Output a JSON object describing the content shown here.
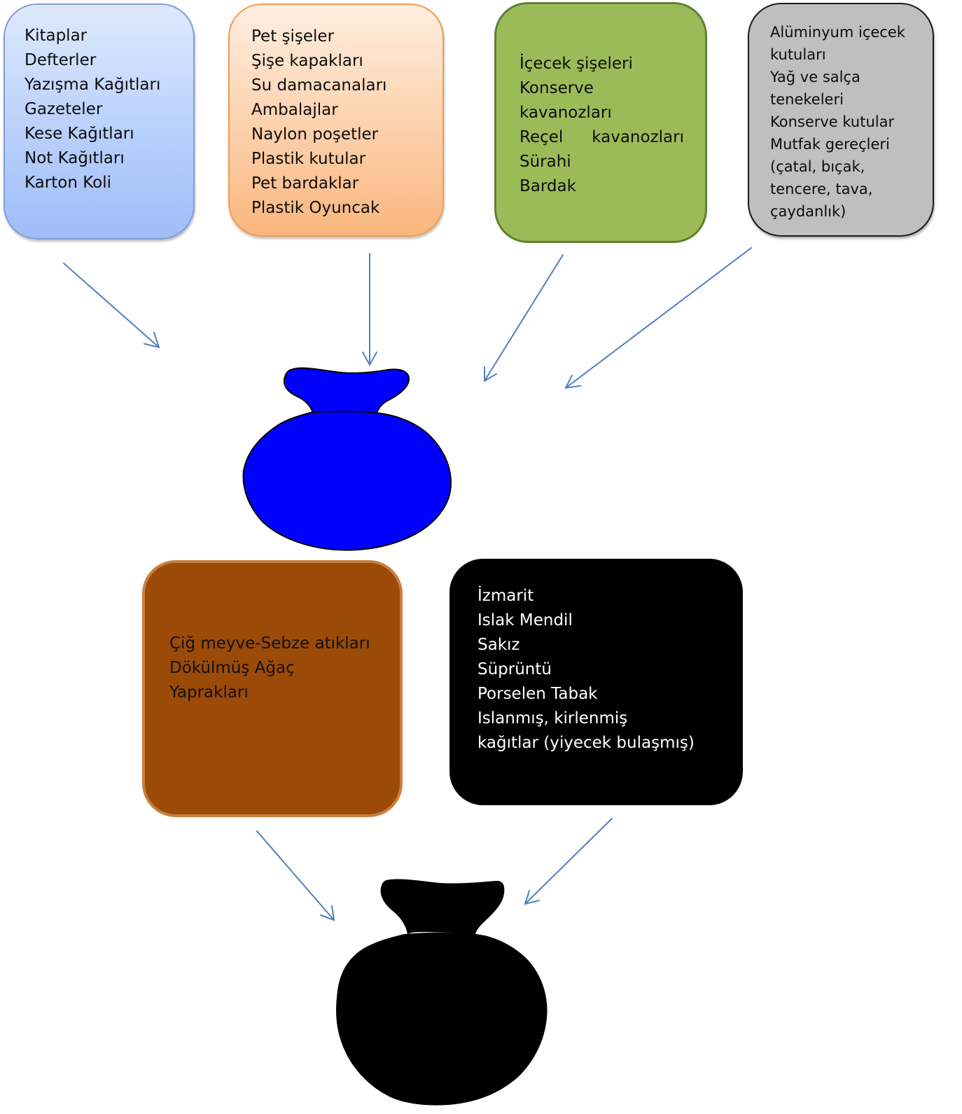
{
  "boxes": {
    "paper": {
      "color": "#bcd2fb",
      "items": [
        "Kitaplar",
        "Defterler",
        "Yazışma Kağıtları",
        "Gazeteler",
        "Kese Kağıtları",
        "Not Kağıtları",
        "Karton Koli"
      ]
    },
    "plastic": {
      "color": "#fcd3b0",
      "items": [
        "Pet şişeler",
        "Şişe kapakları",
        "Su damacanaları",
        "Ambalajlar",
        "Naylon poşetler",
        "Plastik kutular",
        "Pet bardaklar",
        "Plastik Oyuncak"
      ]
    },
    "glass": {
      "color": "#9bbb59",
      "items": [
        "İçecek şişeleri",
        "Konserve",
        "kavanozları",
        "Reçel",
        "kavanozları",
        "Sürahi",
        "Bardak"
      ]
    },
    "metal": {
      "color": "#bfbfbf",
      "items": [
        "Alüminyum içecek",
        "kutuları",
        "Yağ ve salça",
        "tenekeleri",
        "Konserve kutular",
        "Mutfak gereçleri",
        "(çatal, bıçak,",
        "tencere, tava,",
        "çaydanlık)"
      ]
    },
    "organic": {
      "color": "#9b4a08",
      "items": [
        "Çiğ meyve-Sebze atıkları",
        "Dökülmüş Ağaç",
        "Yaprakları"
      ]
    },
    "residual": {
      "color": "#000000",
      "items": [
        "İzmarit",
        "Islak Mendil",
        "Sakız",
        "Süprüntü",
        "Porselen Tabak",
        "Islanmış, kirlenmiş",
        "kağıtlar (yiyecek bulaşmış)"
      ]
    }
  },
  "bags": {
    "recycle": {
      "color": "#0000ff"
    },
    "waste": {
      "color": "#000000"
    }
  },
  "arrow_color": "#4f81bd"
}
